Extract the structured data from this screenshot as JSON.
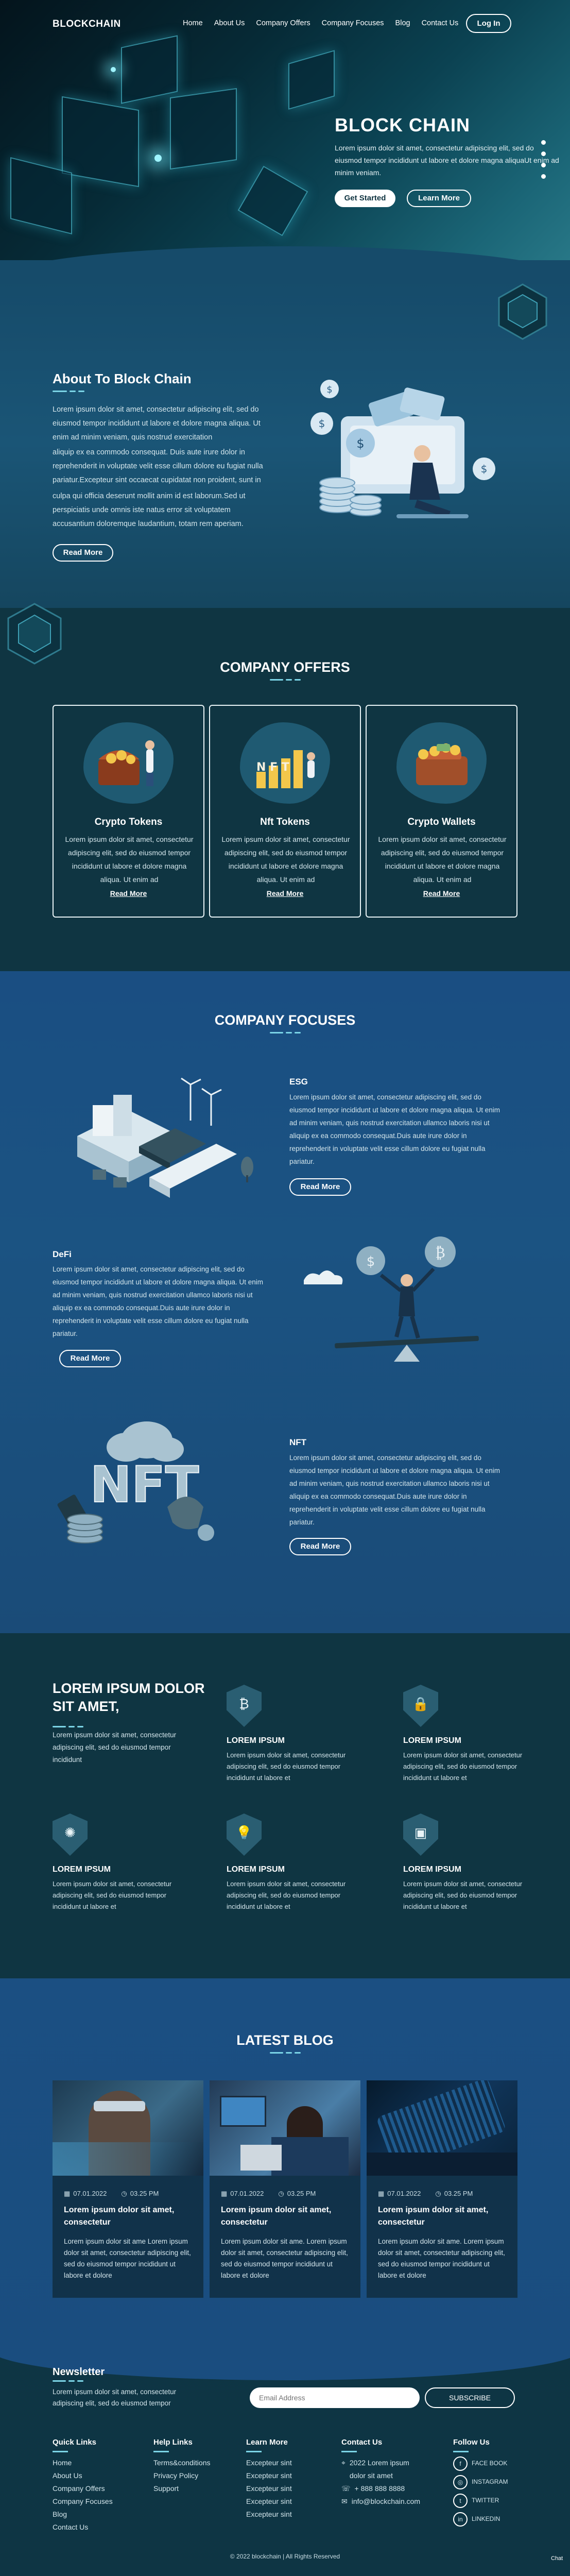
{
  "nav": {
    "logo": "BLOCKCHAIN",
    "items": [
      "Home",
      "About Us",
      "Company Offers",
      "Company Focuses",
      "Blog",
      "Contact Us"
    ],
    "login": "Log In"
  },
  "hero": {
    "title": "BLOCK CHAIN",
    "text": "Lorem ipsum dolor sit amet, consectetur adipiscing elit, sed do eiusmod tempor incididunt ut labore et dolore magna aliquaUt enim ad minim veniam.",
    "primary_btn": "Get Started",
    "secondary_btn": "Learn More"
  },
  "about": {
    "title": "About To Block Chain",
    "p1": "Lorem ipsum dolor sit amet, consectetur adipiscing elit, sed do eiusmod tempor incididunt ut labore et dolore magna aliqua. Ut enim ad minim veniam, quis nostrud exercitation",
    "p2": "aliquip ex ea commodo consequat. Duis aute irure dolor in reprehenderit in voluptate velit esse cillum dolore eu fugiat nulla pariatur.Excepteur sint occaecat cupidatat non proident, sunt in",
    "p3": "culpa qui officia deserunt mollit anim id est laborum.Sed ut perspiciatis unde omnis iste natus error sit voluptatem accusantium doloremque laudantium, totam rem aperiam.",
    "btn": "Read More"
  },
  "offers": {
    "title": "COMPANY OFFERS",
    "cards": [
      {
        "title": "Crypto Tokens",
        "text": "Lorem ipsum dolor sit amet, consectetur adipiscing elit, sed do eiusmod tempor incididunt ut labore et dolore magna aliqua. Ut enim ad",
        "btn": "Read More"
      },
      {
        "title": "Nft Tokens",
        "text": "Lorem ipsum dolor sit amet, consectetur adipiscing elit, sed do eiusmod tempor incididunt ut labore et dolore magna aliqua. Ut enim ad",
        "btn": "Read More"
      },
      {
        "title": "Crypto Wallets",
        "text": "Lorem ipsum dolor sit amet, consectetur adipiscing elit, sed do eiusmod tempor incididunt ut labore et dolore magna aliqua. Ut enim ad",
        "btn": "Read More"
      }
    ]
  },
  "focus": {
    "title": "COMPANY FOCUSES",
    "items": [
      {
        "title": "ESG",
        "text": "Lorem ipsum dolor sit amet, consectetur adipiscing elit, sed do eiusmod tempor incididunt ut labore et dolore magna aliqua. Ut enim ad minim veniam, quis nostrud exercitation ullamco laboris nisi ut aliquip ex ea commodo consequat.Duis aute irure dolor in reprehenderit in voluptate velit esse cillum dolore eu fugiat nulla pariatur.",
        "btn": "Read More"
      },
      {
        "title": "DeFi",
        "text": "Lorem ipsum dolor sit amet, consectetur adipiscing elit, sed do eiusmod tempor incididunt ut labore et dolore magna aliqua. Ut enim ad minim veniam, quis nostrud exercitation ullamco laboris nisi ut aliquip ex ea commodo consequat.Duis aute irure dolor in reprehenderit in voluptate velit esse cillum dolore eu fugiat nulla pariatur.",
        "btn": "Read More"
      },
      {
        "title": "NFT",
        "text": "Lorem ipsum dolor sit amet, consectetur adipiscing elit, sed do eiusmod tempor incididunt ut labore et dolore magna aliqua. Ut enim ad minim veniam, quis nostrud exercitation ullamco laboris nisi ut aliquip ex ea commodo consequat.Duis aute irure dolor in reprehenderit in voluptate velit esse cillum dolore eu fugiat nulla pariatur.",
        "btn": "Read More"
      }
    ],
    "nft_art_text": "NFT"
  },
  "features": {
    "title": "LOREM IPSUM DOLOR SIT AMET,",
    "text": "Lorem ipsum dolor sit amet, consectetur adipiscing elit, sed do eiusmod tempor incididunt",
    "items": [
      {
        "title": "LOREM IPSUM",
        "text": "Lorem ipsum dolor sit amet, consectetur adipiscing elit, sed do eiusmod tempor incididunt ut labore et",
        "icon": "bitcoin-shield-icon"
      },
      {
        "title": "LOREM IPSUM",
        "text": "Lorem ipsum dolor sit amet, consectetur adipiscing elit, sed do eiusmod tempor incididunt ut labore et",
        "icon": "bitcoin-lock-icon"
      },
      {
        "title": "LOREM IPSUM",
        "text": "Lorem ipsum dolor sit amet, consectetur adipiscing elit, sed do eiusmod tempor incididunt ut labore et",
        "icon": "network-icon"
      },
      {
        "title": "LOREM IPSUM",
        "text": "Lorem ipsum dolor sit amet, consectetur adipiscing elit, sed do eiusmod tempor incididunt ut labore et",
        "icon": "lightbulb-icon"
      },
      {
        "title": "LOREM IPSUM",
        "text": "Lorem ipsum dolor sit amet, consectetur adipiscing elit, sed do eiusmod tempor incididunt ut labore et",
        "icon": "wallet-shield-icon"
      }
    ]
  },
  "blog": {
    "title": "LATEST BLOG",
    "posts": [
      {
        "date": "07.01.2022",
        "time": "03.25 PM",
        "title": "Lorem ipsum dolor sit amet, consectetur",
        "text": "Lorem ipsum dolor sit ame Lorem ipsum dolor sit amet, consectetur adipiscing elit, sed do eiusmod tempor incididunt ut labore et dolore"
      },
      {
        "date": "07.01.2022",
        "time": "03.25 PM",
        "title": "Lorem ipsum dolor sit amet, consectetur",
        "text": "Lorem ipsum dolor sit ame. Lorem ipsum dolor sit amet, consectetur adipiscing elit, sed do eiusmod tempor incididunt ut labore et dolore"
      },
      {
        "date": "07.01.2022",
        "time": "03.25 PM",
        "title": "Lorem ipsum dolor sit amet, consectetur",
        "text": "Lorem ipsum dolor sit ame. Lorem ipsum dolor sit amet, consectetur adipiscing elit, sed do eiusmod tempor incididunt ut labore et dolore"
      }
    ]
  },
  "newsletter": {
    "title": "Newsletter",
    "text": "Lorem ipsum dolor sit amet, consectetur adipiscing elit, sed do eiusmod tempor",
    "placeholder": "Email Address",
    "btn": "SUBSCRIBE"
  },
  "footer": {
    "quick_links": {
      "title": "Quick Links",
      "items": [
        "Home",
        "About Us",
        "Company Offers",
        "Company Focuses",
        "Blog",
        "Contact Us"
      ]
    },
    "help_links": {
      "title": "Help Links",
      "items": [
        "Terms&conditions",
        "Privacy Policy",
        "Support"
      ]
    },
    "learn_more": {
      "title": "Learn More",
      "items": [
        "Excepteur sint",
        "Excepteur sint",
        "Excepteur sint",
        "Excepteur sint",
        "Excepteur sint"
      ]
    },
    "contact": {
      "title": "Contact Us",
      "address": "2022 Lorem ipsum dolor sit amet",
      "phone": "+ 888 888 8888",
      "email": "info@blockchain.com"
    },
    "follow": {
      "title": "Follow Us",
      "items": [
        "FACE BOOK",
        "INSTAGRAM",
        "TWITTER",
        "LINKEDIN"
      ]
    },
    "copyright": "© 2022 blockchain | All Rights Reserved",
    "chat": "Chat"
  }
}
